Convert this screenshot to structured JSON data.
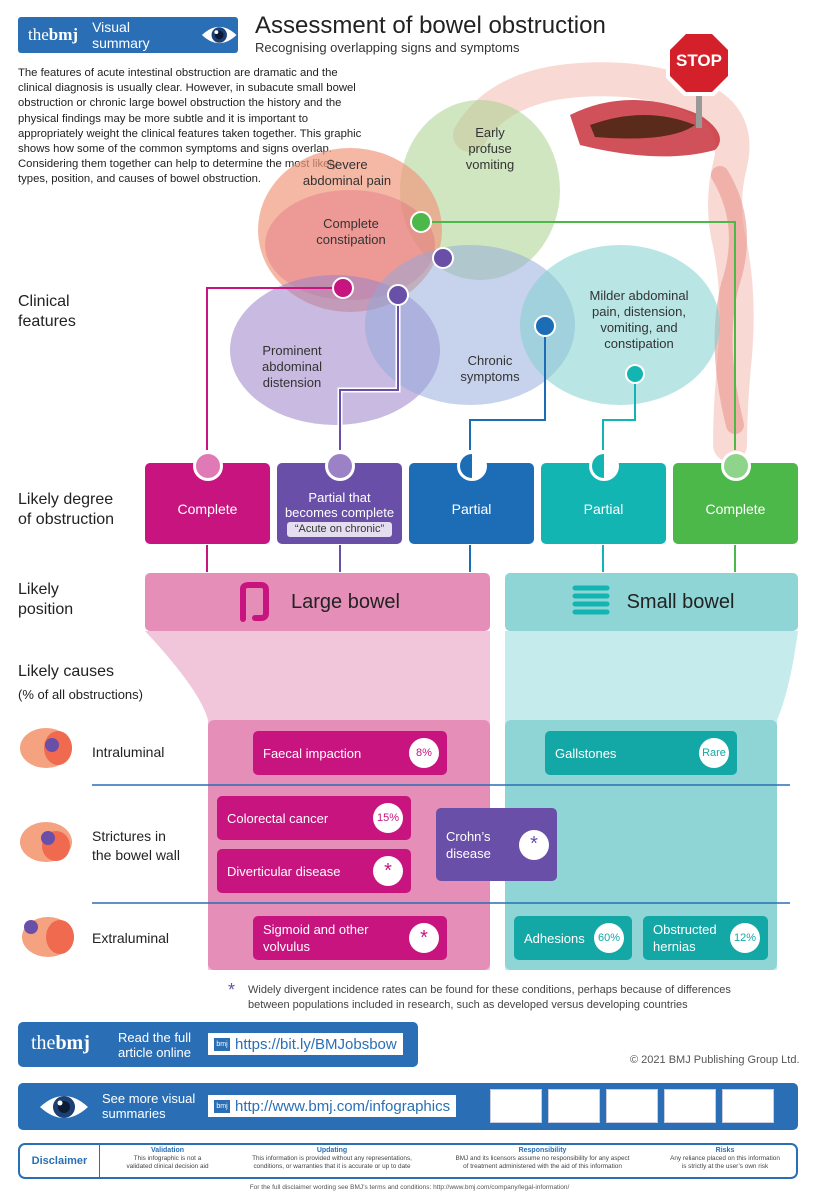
{
  "header": {
    "logo_the": "the",
    "logo_bmj": "bmj",
    "badge_label": "Visual summary",
    "title": "Assessment of bowel obstruction",
    "subtitle": "Recognising overlapping signs and symptoms",
    "stop_sign": "STOP"
  },
  "intro": "The features of acute intestinal obstruction are dramatic and the clinical diagnosis is usually clear. However, in subacute small bowel obstruction or chronic large bowel obstruction the history and the physical findings may be more subtle and it is important to appropriately weight the clinical features taken together. This graphic shows how some of the common symptoms and signs overlap. Considering them together can help to determine the most likely types, position, and causes of bowel obstruction.",
  "row_labels": {
    "clinical_1": "Clinical",
    "clinical_2": "features",
    "degree_1": "Likely degree",
    "degree_2": "of obstruction",
    "position_1": "Likely",
    "position_2": "position",
    "causes_1": "Likely causes",
    "causes_2": "(% of all obstructions)"
  },
  "venn": {
    "severe_1": "Severe",
    "severe_2": "abdominal pain",
    "vomit_1": "Early",
    "vomit_2": "profuse",
    "vomit_3": "vomiting",
    "constip_1": "Complete",
    "constip_2": "constipation",
    "distension_1": "Prominent",
    "distension_2": "abdominal",
    "distension_3": "distension",
    "chronic_1": "Chronic",
    "chronic_2": "symptoms",
    "milder_1": "Milder abdominal",
    "milder_2": "pain, distension,",
    "milder_3": "vomiting, and",
    "milder_4": "constipation"
  },
  "degrees": [
    {
      "label": "Complete",
      "color": "#c8147f"
    },
    {
      "label_1": "Partial that",
      "label_2": "becomes complete",
      "tag": "“Acute on chronic”",
      "color": "#6a4fa8"
    },
    {
      "label": "Partial",
      "color": "#1c6db6"
    },
    {
      "label": "Partial",
      "color": "#13b5b2"
    },
    {
      "label": "Complete",
      "color": "#4cb84a"
    }
  ],
  "positions": {
    "large": "Large bowel",
    "small": "Small bowel"
  },
  "cause_rows": {
    "intraluminal": "Intraluminal",
    "strictures_1": "Strictures in",
    "strictures_2": "the bowel wall",
    "extraluminal": "Extraluminal"
  },
  "causes": {
    "faecal": {
      "label": "Faecal impaction",
      "value": "8%"
    },
    "gallstones": {
      "label": "Gallstones",
      "value": "Rare"
    },
    "colorectal": {
      "label": "Colorectal cancer",
      "value": "15%"
    },
    "diverticular": {
      "label": "Diverticular disease",
      "value": "*"
    },
    "crohns_1": "Crohn’s",
    "crohns_2": "disease",
    "crohns_value": "*",
    "sigmoid_1": "Sigmoid and other",
    "sigmoid_2": "volvulus",
    "sigmoid_value": "*",
    "adhesions": {
      "label": "Adhesions",
      "value": "60%"
    },
    "hernias_1": "Obstructed",
    "hernias_2": "hernias",
    "hernias_value": "12%"
  },
  "footnote_mark": "*",
  "footnote_1": "Widely divergent incidence rates can be found for these conditions, perhaps because of differences",
  "footnote_2": "between populations included in research, such as developed versus developing countries",
  "footer": {
    "read_1": "Read the full",
    "read_2": "article online",
    "mini_logo": "bmj",
    "article_url": "https://bit.ly/BMJobsbow",
    "copyright": "© 2021 BMJ Publishing Group Ltd.",
    "more_1": "See more visual",
    "more_2": "summaries",
    "infographics_url": "http://www.bmj.com/infographics"
  },
  "disclaimer": {
    "label": "Disclaimer",
    "validation_h": "Validation",
    "validation_1": "This infographic is not a",
    "validation_2": "validated clinical decision aid",
    "updating_h": "Updating",
    "updating_1": "This information is provided without any representations,",
    "updating_2": "conditions, or warranties that it is accurate or up to date",
    "resp_h": "Responsibility",
    "resp_1": "BMJ and its licensors assume no responsibility for any aspect",
    "resp_2": "of treatment administered with the aid of this information",
    "risks_h": "Risks",
    "risks_1": "Any reliance placed on this information",
    "risks_2": "is strictly at the user’s own risk",
    "bottom": "For the full disclaimer wording see BMJ’s terms and conditions: http://www.bmj.com/company/legal-information/"
  }
}
